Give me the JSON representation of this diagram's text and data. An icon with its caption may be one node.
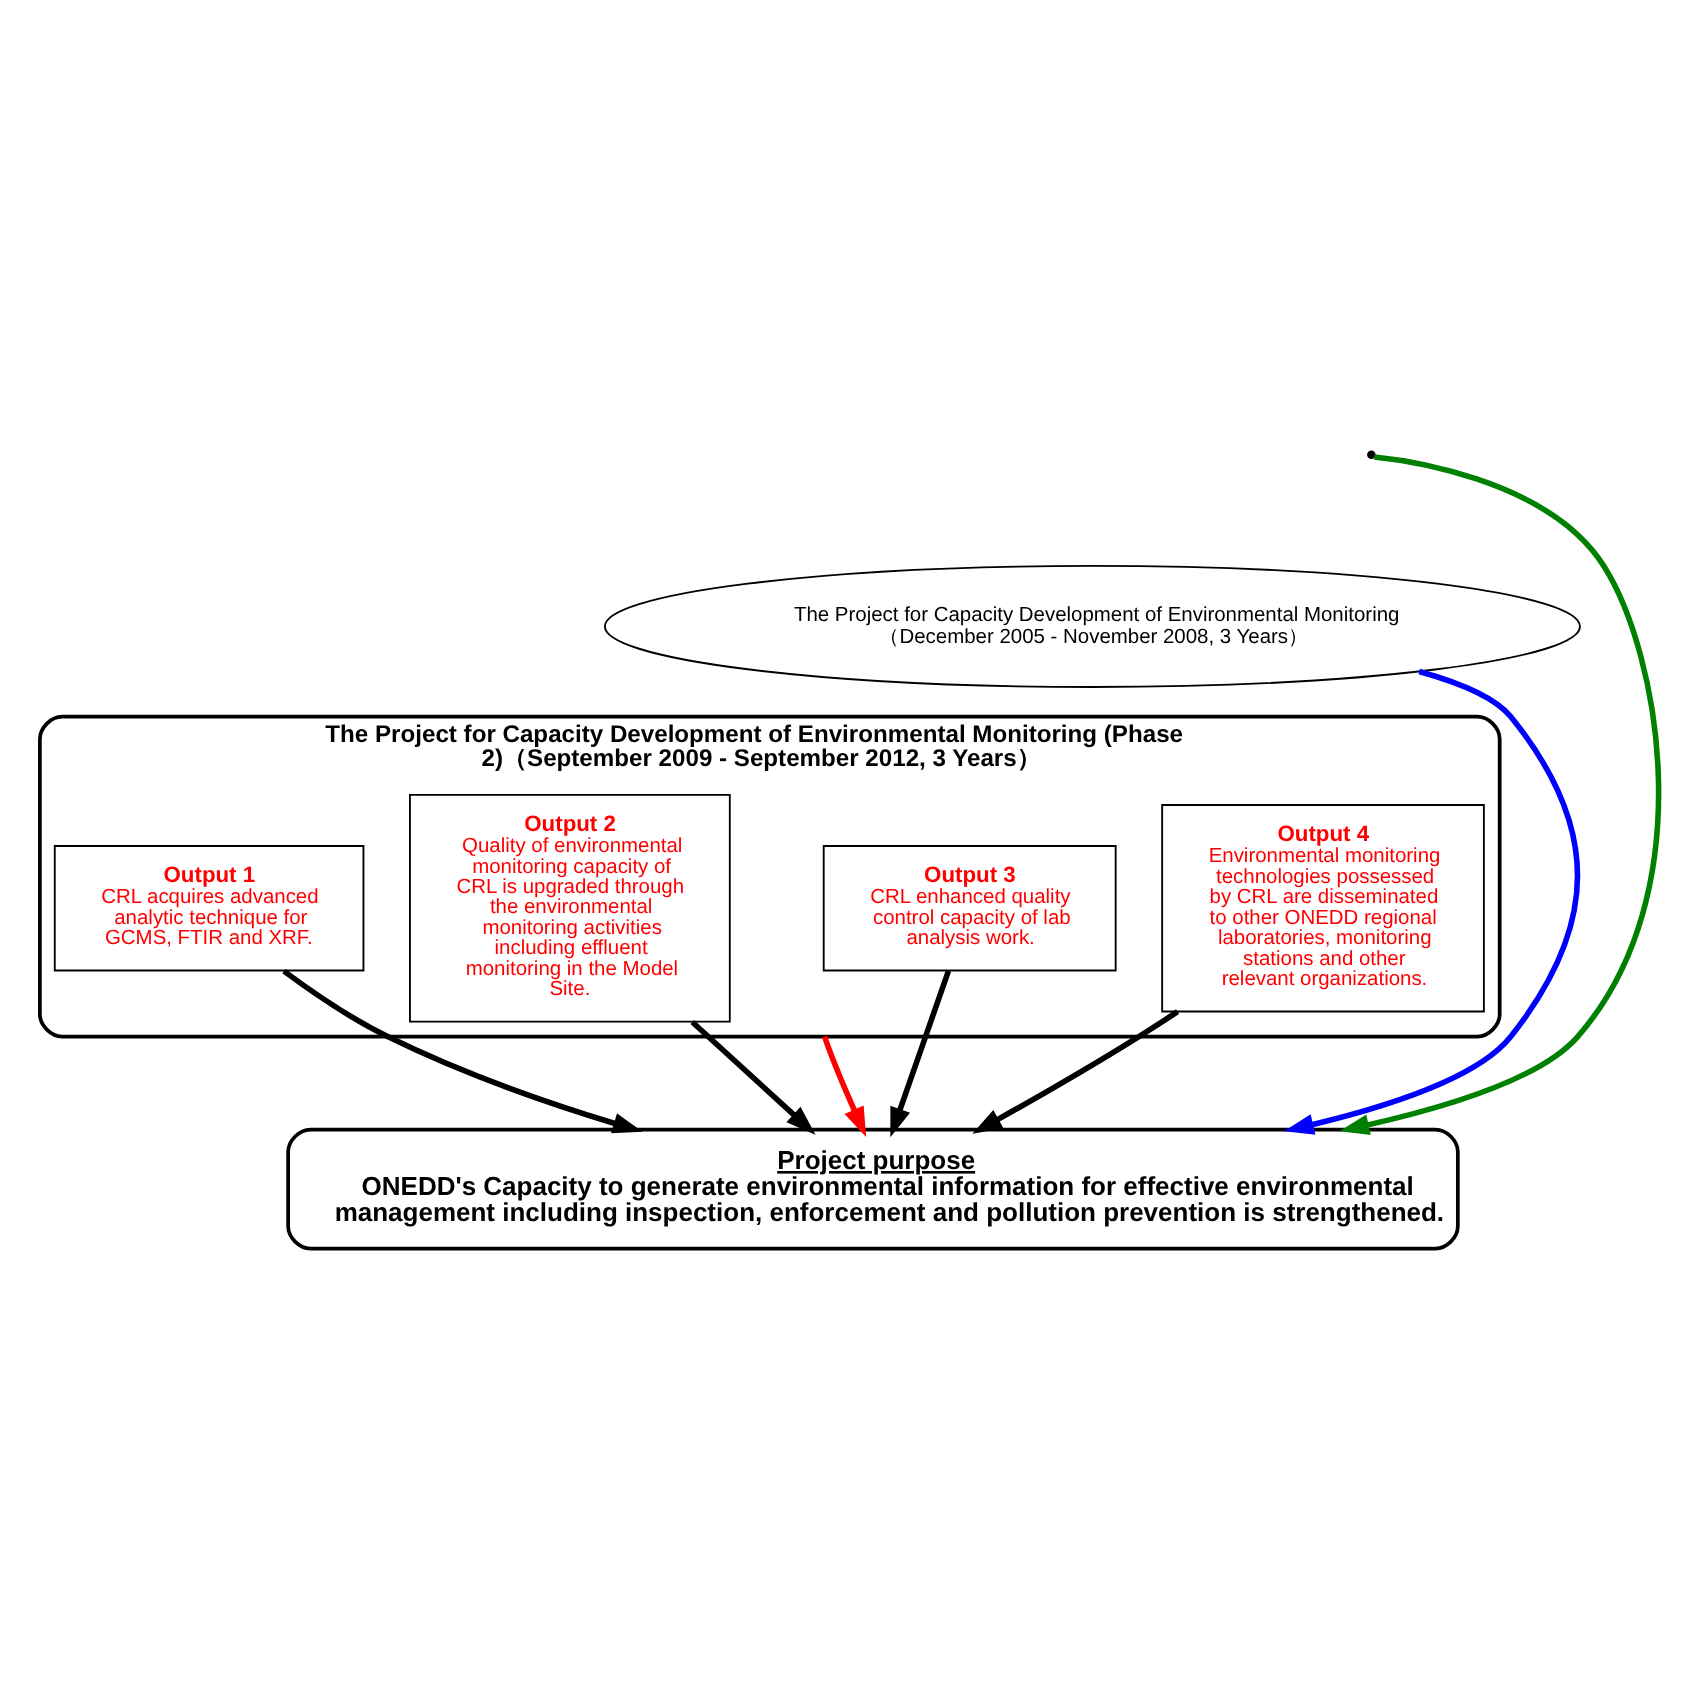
{
  "diagram": {
    "nodes": [
      {
        "text": [
          "The Project for Capacity Development of Environmental Monitoring （December 2005 - November 2008, 3 Years）"
        ]
      },
      {
        "text": [
          "The Project for Capacity Development of Environmental Monitoring (Phase 2)（September 2009 - September 2012, 3 Years）"
        ]
      },
      {
        "text": [
          "Output 1",
          "CRL acquires advanced analytic technique for GCMS, FTIR and XRF."
        ],
        "in": 1
      },
      {
        "text": [
          "Output 2",
          "Quality of environmental monitoring capacity of CRL is upgraded through the environmental monitoring activities including effluent monitoring in the Model Site."
        ],
        "in": 1
      },
      {
        "text": [
          "Output 3",
          "CRL enhanced quality control capacity of lab analysis work."
        ],
        "in": 1
      },
      {
        "text": [
          "Output 4",
          "Environmental monitoring technologies possessed by CRL are disseminated to other ONEDD regional laboratories, monitoring stations and other relevant organizations."
        ],
        "in": 1
      },
      {
        "text": [
          "Project purpose",
          "ONEDD's Capacity to generate environmental information for effective environmental management including inspection, enforcement and pollution prevention is strengthened."
        ]
      }
    ],
    "edges": [
      {
        "from": null,
        "to": 6,
        "arrow": "to",
        "color": "#008000"
      },
      {
        "from": 0,
        "to": 6,
        "arrow": "to",
        "color": "#0000ff"
      },
      {
        "from": 1,
        "to": 6,
        "arrow": "to",
        "color": "#ff0000"
      },
      {
        "from": 2,
        "to": 6,
        "arrow": "to"
      },
      {
        "from": 3,
        "to": 6,
        "arrow": "to"
      },
      {
        "from": 4,
        "to": 6,
        "arrow": "to"
      },
      {
        "from": 5,
        "to": 6,
        "arrow": "to"
      }
    ]
  }
}
